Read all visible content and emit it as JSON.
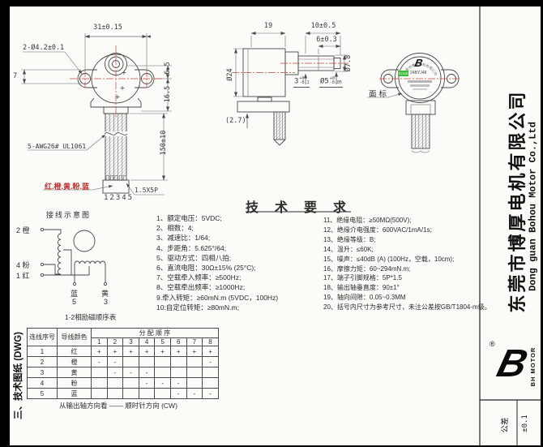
{
  "frame": {
    "left_label": "三、技术图纸 (DWG)",
    "company_cn": "东莞市博厚电机有限公司",
    "company_en": "Dong guan Bohou Motor Co.,Ltd",
    "brand": "BH MOTOR",
    "logo_letter": "B",
    "reg": "®",
    "tol_label": "公差",
    "tol_value": "±0.1"
  },
  "front_view": {
    "dim_width": "31±0.15",
    "dim_holes": "2-Ø4.2±0.1",
    "dim_ear": "7",
    "dim_top": "6.5",
    "dim_mid": "16.5",
    "dim_wire": "150±10",
    "wire_spec": "5-AWG26# UL1061",
    "wire_colors": "红.橙.黄.粉.蓝",
    "pins": "12345",
    "connector": "1.5X5P"
  },
  "side_view": {
    "dim_19": "19",
    "dim_10": "10±0.5",
    "dim_6": "6±0.3",
    "dim_d24": "Ø24",
    "dim_d78": "Ø7.8",
    "flat_base": "3",
    "flat_top": "+0",
    "flat_bot": "-0.1",
    "shaft_base": "Ø5",
    "shaft_top": "+0",
    "shaft_bot": "-0.05",
    "dim_ref": "(2.7)"
  },
  "label_view": {
    "callout": "面标",
    "model": "24BYJ48",
    "badge": "ROHS"
  },
  "tech_req": {
    "title": "技 术 要 求",
    "left": [
      "1、额定电压：5VDC;",
      "2、相数：4;",
      "3、减速比：1/64;",
      "4、步距角：5.625°/64;",
      "5、驱动方式：四相八拍;",
      "6、直流电阻：30Ω±15% (25°C);",
      "7、空载牵入频率：≥500Hz;",
      "8、空载牵出频率：≥1000Hz;",
      "9.牵入转矩：≥60mN.m (5VDC，100Hz)",
      "10:自定位转矩：≥80mN.m;"
    ],
    "right": [
      "11、绝缘电阻：≥50MΩ(500V);",
      "12、绝缘介电强度：600VAC/1mA/1s;",
      "13、绝缘等级：B;",
      "14、温升：≤60K;",
      "15、噪声：≤40dB (A) (100Hz，空载，10cm);",
      "16、摩擦力矩：60~294mN.m;",
      "17、端子引脚规格：5P*1.5",
      "18、输出轴垂直度：90±1°",
      "19、轴向间隙：0.05~0.3MM",
      "20、括号内尺寸为参考尺寸，未注公差按GB/T1804-m级。"
    ]
  },
  "wiring": {
    "title": "接线示意图",
    "t2": "2 橙",
    "t4": "4 粉",
    "t1": "1 红",
    "b5_color": "蓝",
    "b5_num": "5",
    "b3_color": "黄",
    "b3_num": "3",
    "caption": "1-2相励磁顺序表"
  },
  "table": {
    "h_no": "连线序号",
    "h_color": "导线颜色",
    "h_seq": "分 配 顺 序",
    "steps": [
      "1",
      "2",
      "3",
      "4",
      "5",
      "6",
      "7",
      "8"
    ],
    "rows": [
      {
        "no": "1",
        "color": "红",
        "marks": [
          "+",
          "+",
          "+",
          "+",
          "+",
          "+",
          "+",
          "+"
        ]
      },
      {
        "no": "2",
        "color": "橙",
        "marks": [
          "-",
          "-",
          "",
          "",
          "",
          "",
          "",
          "-"
        ]
      },
      {
        "no": "3",
        "color": "黄",
        "marks": [
          "",
          "-",
          "-",
          "-",
          "",
          "",
          "",
          ""
        ]
      },
      {
        "no": "4",
        "color": "粉",
        "marks": [
          "",
          "",
          "",
          "-",
          "-",
          "-",
          "",
          ""
        ]
      },
      {
        "no": "5",
        "color": "蓝",
        "marks": [
          "",
          "",
          "",
          "",
          "",
          "-",
          "-",
          "-"
        ]
      }
    ],
    "footer": "从输出轴方向看 —— 顺时针方向 (CW)"
  }
}
